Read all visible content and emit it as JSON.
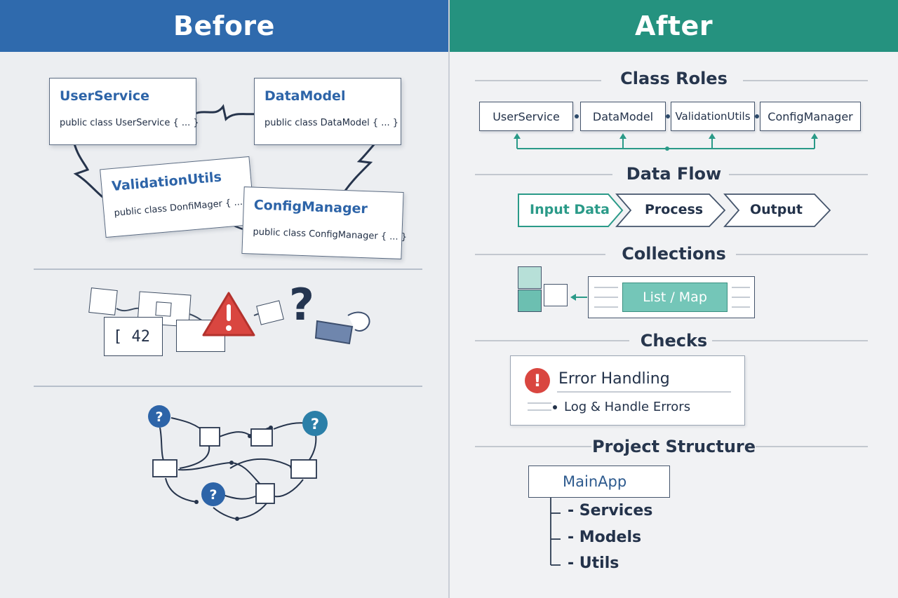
{
  "before": {
    "title": "Before",
    "cards": [
      {
        "title": "UserService",
        "code": "public class UserService { ... }"
      },
      {
        "title": "DataModel",
        "code": "public class DataModel  { ... }"
      },
      {
        "title": "ValidationUtils",
        "code": "public class DonfiMager { ... }"
      },
      {
        "title": "ConfigManager",
        "code": "public class ConfigManager { ... }"
      }
    ],
    "value_box": "[  42"
  },
  "after": {
    "title": "After",
    "sections": {
      "class_roles": "Class Roles",
      "data_flow": "Data Flow",
      "collections": "Collections",
      "checks": "Checks",
      "project_structure": "Project Structure"
    },
    "roles": [
      "UserService",
      "DataModel",
      "ValidationUtils",
      "ConfigManager"
    ],
    "flow": [
      "Input Data",
      "Process",
      "Output"
    ],
    "collection_label": "List / Map",
    "checks": {
      "title": "Error Handling",
      "item": "Log & Handle Errors"
    },
    "tree": {
      "root": "MainApp",
      "children": [
        "- Services",
        "- Models",
        "- Utils"
      ]
    }
  },
  "colors": {
    "before_header": "#2f6aad",
    "after_header": "#25927f",
    "accent_teal": "#2a9a88",
    "warning_red": "#d94640",
    "question_blue": "#2d64a8"
  }
}
